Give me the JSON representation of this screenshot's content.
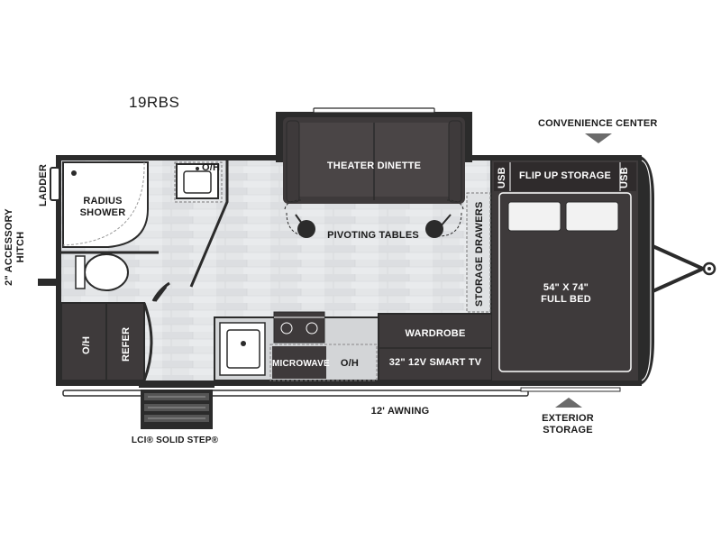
{
  "model": "19RBS",
  "labels": {
    "ladder": "LADDER",
    "accessory_hitch": "2\" ACCESSORY HITCH",
    "radius_shower": "RADIUS SHOWER",
    "bath_oh": "O/H",
    "theater_dinette": "THEATER DINETTE",
    "pivoting_tables": "PIVOTING TABLES",
    "storage_drawers": "STORAGE DRAWERS",
    "usb_left": "USB",
    "usb_right": "USB",
    "flip_up_storage": "FLIP UP STORAGE",
    "convenience_center": "CONVENIENCE CENTER",
    "bed": "54\" X 74\" FULL BED",
    "refer": "REFER",
    "pantry_oh": "O/H",
    "microwave": "MICROWAVE",
    "kitchen_oh": "O/H",
    "wardrobe": "WARDROBE",
    "smart_tv": "32\" 12V SMART TV",
    "awning": "12' AWNING",
    "solid_step": "LCI® SOLID STEP®",
    "exterior_storage": "EXTERIOR STORAGE"
  },
  "colors": {
    "wall": "#2b2b2b",
    "furniture": "#3e3a3b",
    "floor": "#e2e4e6",
    "counter": "#cfd1d3",
    "marker": "#6b6b6b"
  }
}
